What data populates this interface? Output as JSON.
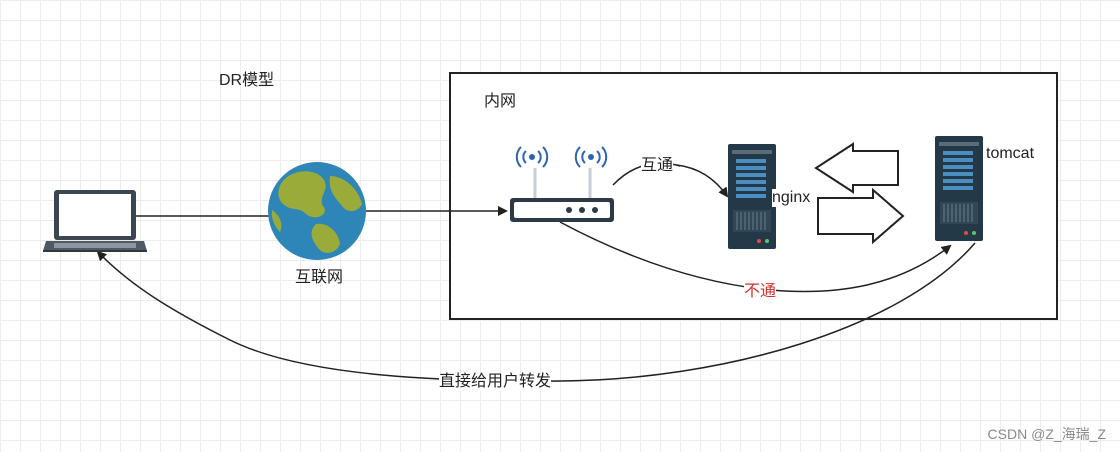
{
  "diagram": {
    "title": "DR模型",
    "intranet_label": "内网",
    "internet_label": "互联网",
    "connected_label": "互通",
    "blocked_label": "不通",
    "nginx_label": "nginx",
    "tomcat_label": "tomcat",
    "direct_label": "直接给用户转发"
  },
  "watermark": "CSDN @Z_海瑞_Z",
  "colors": {
    "server_body": "#233947",
    "server_slot": "#4a8fc0",
    "router_body": "#2b3a46",
    "wifi": "#2f63b5",
    "globe_ocean": "#2e86b8",
    "globe_land": "#9aab3a",
    "blocked_text": "#d0312d"
  }
}
